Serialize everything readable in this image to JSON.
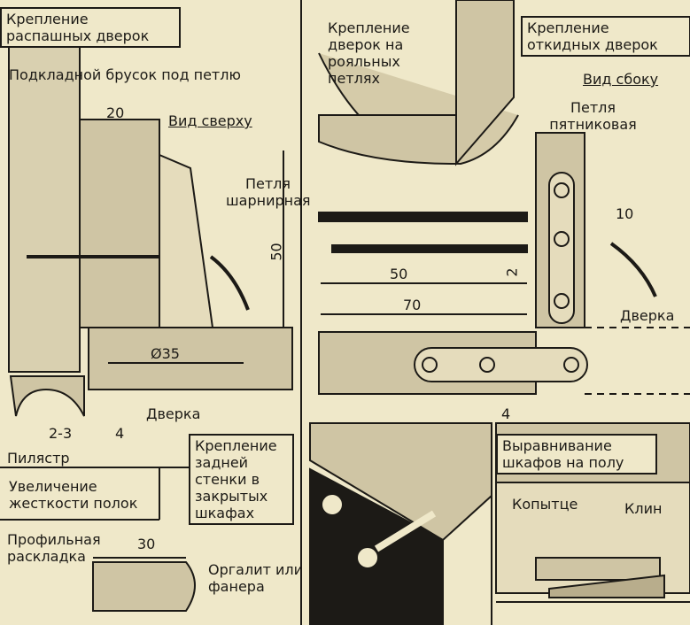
{
  "colors": {
    "background": "#efe8c9",
    "ink": "#1c1a16",
    "wood": "#cfc5a4"
  },
  "panel_swing_doors": {
    "title": "Крепление распашных дверок",
    "spacer_block": "Подкладной брусок под петлю",
    "dim_20": "20",
    "top_view": "Вид сверху",
    "hinge": "Петля шарнирная",
    "dim_50": "50",
    "dim_diameter": "Ø35",
    "door": "Дверка",
    "dim_2_3": "2-3",
    "dim_4": "4",
    "pilaster": "Пилястр"
  },
  "panel_shelves": {
    "title": "Увеличение жесткости полок"
  },
  "panel_profile": {
    "title": "Профильная раскладка",
    "dim_30": "30"
  },
  "panel_piano_hinges": {
    "title": "Крепление дверок на рояльных петлях",
    "dim_50": "50",
    "dim_70": "70",
    "dim_2": "2"
  },
  "panel_flap_doors": {
    "title": "Крепление откидных дверок",
    "side_view": "Вид сбоку",
    "hinge": "Петля пятниковая",
    "dim_10": "10",
    "door": "Дверка",
    "dim_4": "4"
  },
  "panel_back_wall": {
    "title": "Крепление задней стенки в закрытых шкафах",
    "material": "Оргалит или фанера"
  },
  "panel_leveling": {
    "title": "Выравнивание шкафов на полу",
    "hoof": "Копытце",
    "wedge": "Клин"
  }
}
